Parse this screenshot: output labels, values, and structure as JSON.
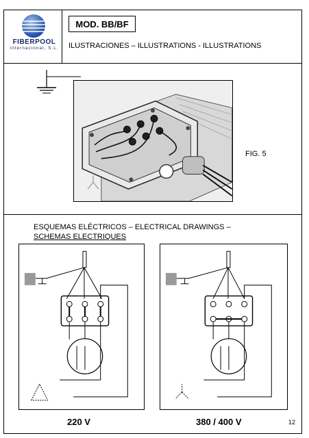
{
  "header": {
    "brand_name": "FIBERPOOL",
    "brand_sub": "Internacional, S.L.",
    "model_label": "MOD. BB/BF",
    "illustrations_title": "ILUSTRACIONES – ILLUSTRATIONS - ILLUSTRATIONS"
  },
  "figure": {
    "label": "FIG. 5"
  },
  "schemas": {
    "title_line1": "ESQUEMAS ELÉCTRICOS – ELECTRICAL DRAWINGS –",
    "title_line2": "SCHEMAS ELECTRIQUES",
    "left_voltage": "220 V",
    "right_voltage": "380 / 400 V"
  },
  "footer": {
    "page_number": "12"
  },
  "colors": {
    "brand_blue": "#1a2a6b",
    "logo_blue": "#2e5fb8"
  }
}
